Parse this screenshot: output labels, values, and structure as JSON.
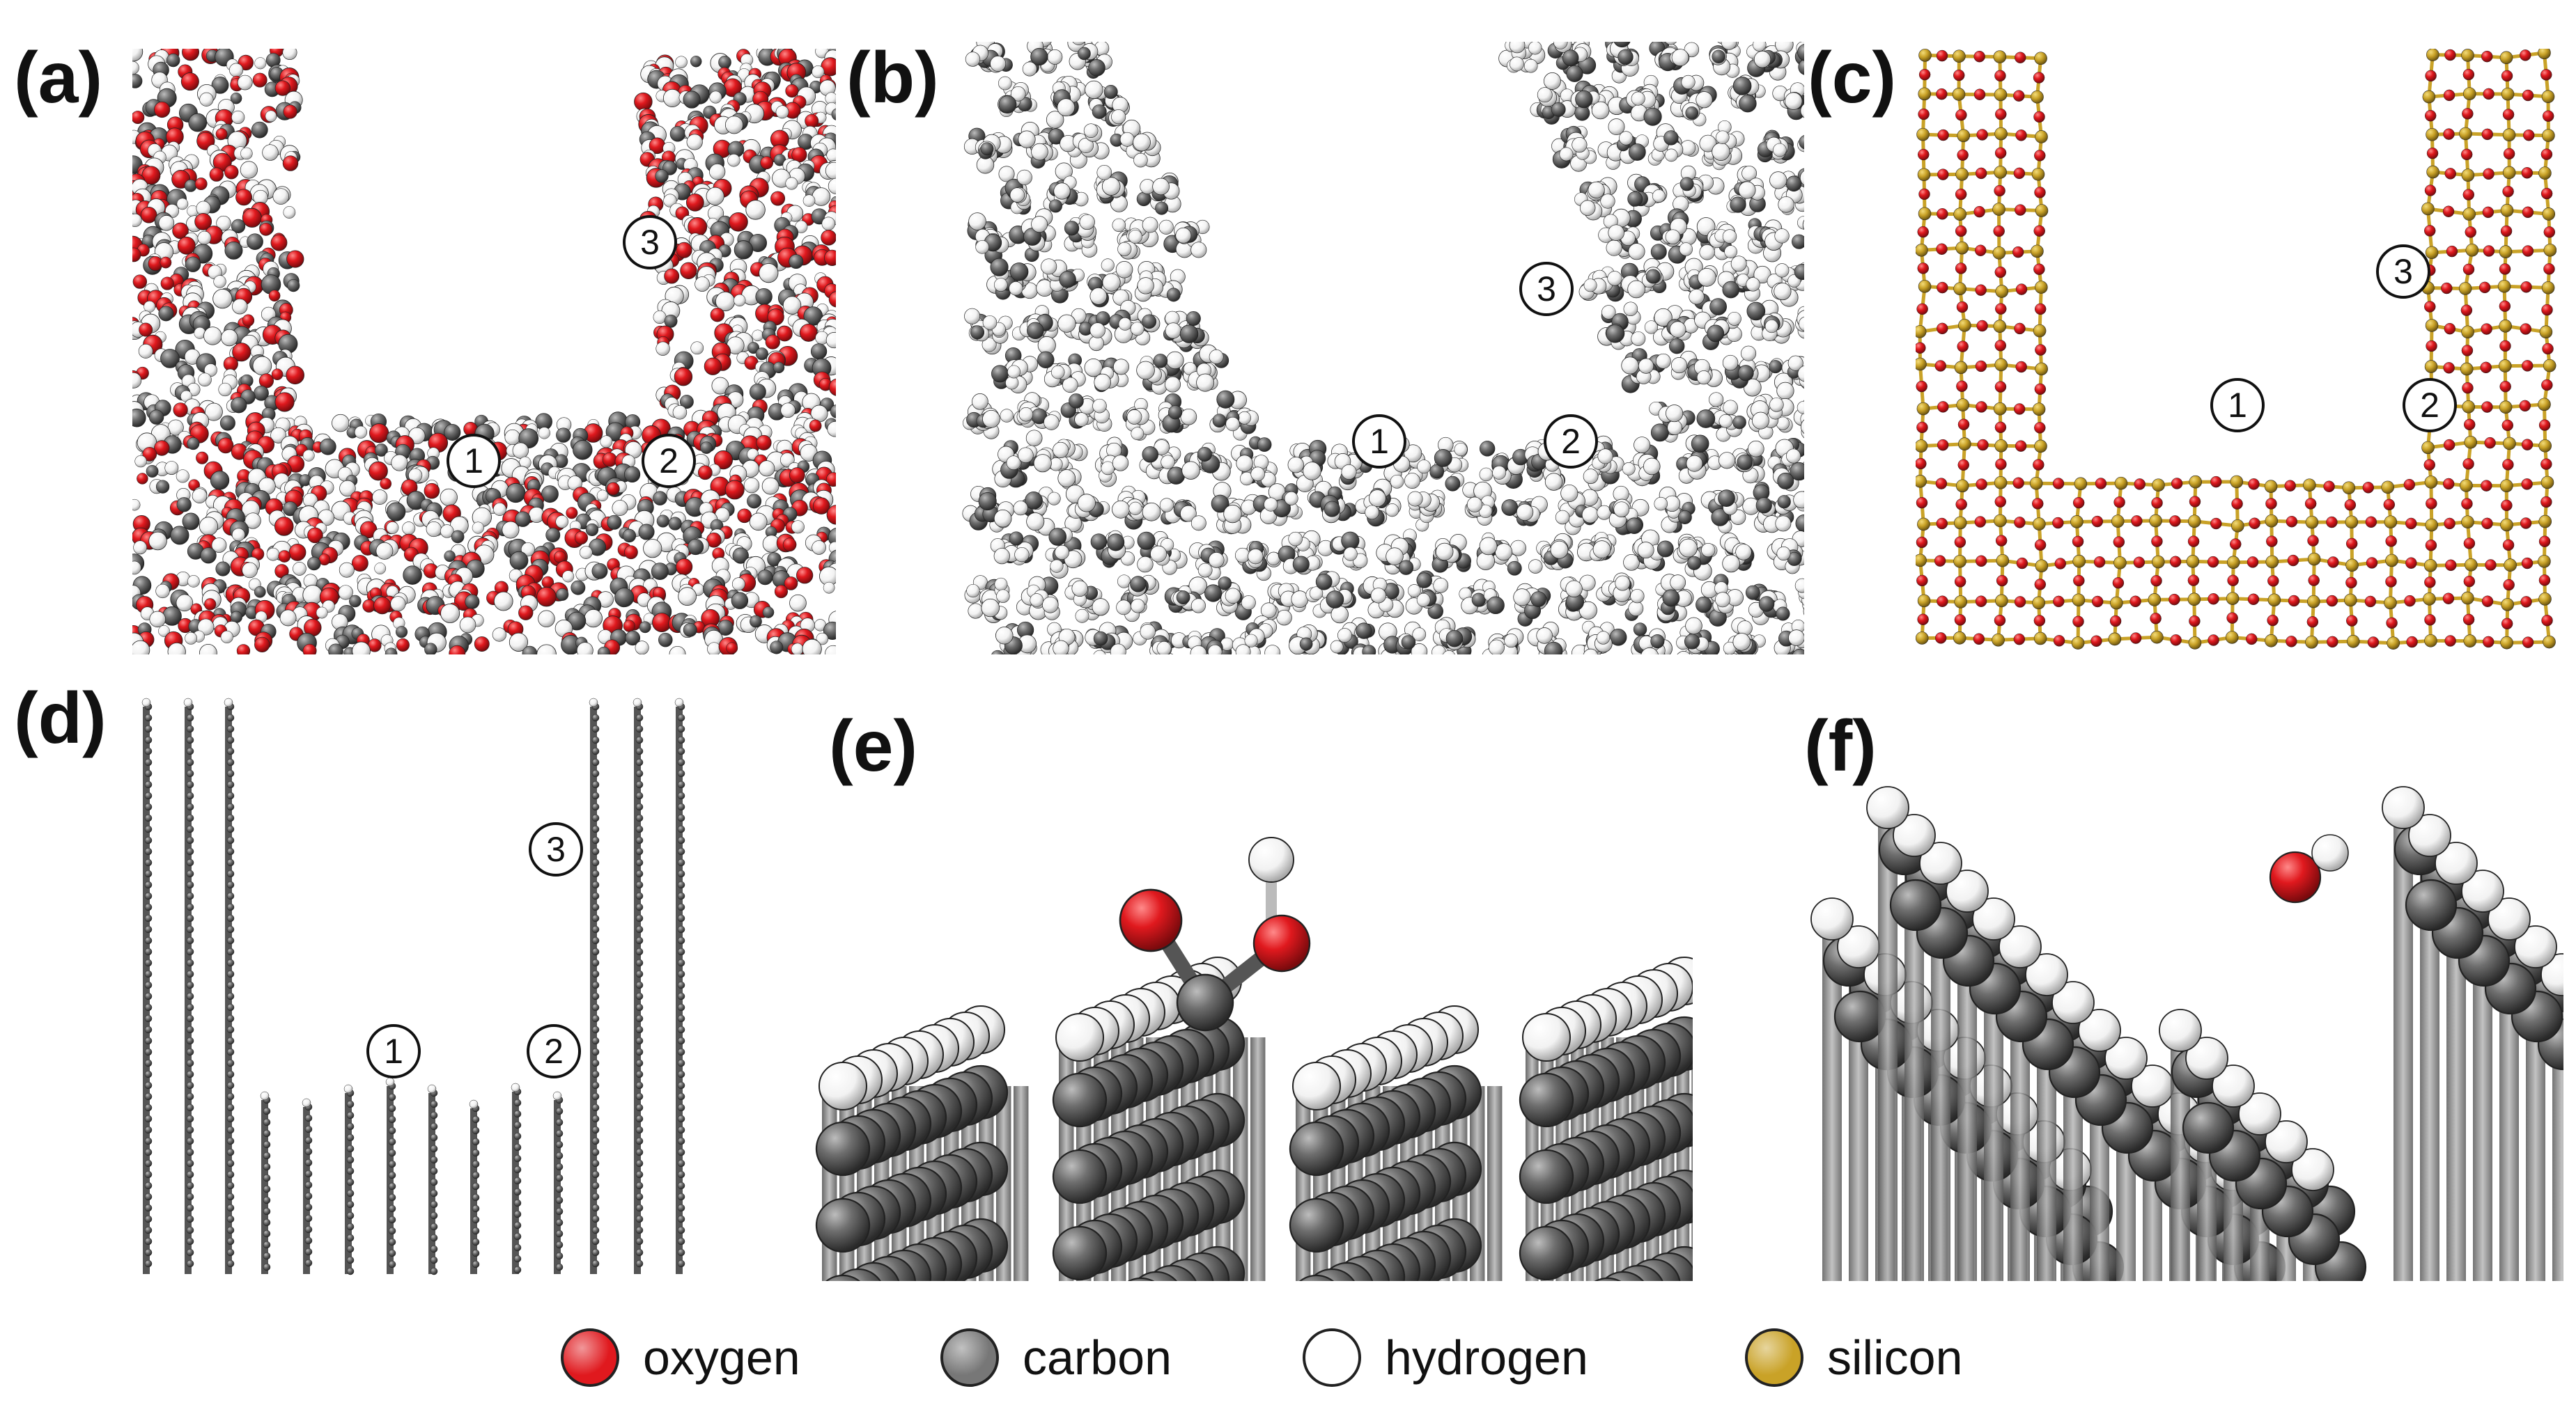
{
  "panels": [
    {
      "id": "a",
      "label": "(a)",
      "markers": [
        "1",
        "2",
        "3"
      ]
    },
    {
      "id": "b",
      "label": "(b)",
      "markers": [
        "1",
        "2",
        "3"
      ]
    },
    {
      "id": "c",
      "label": "(c)",
      "markers": [
        "1",
        "2",
        "3"
      ]
    },
    {
      "id": "d",
      "label": "(d)",
      "markers": [
        "1",
        "2",
        "3"
      ]
    },
    {
      "id": "e",
      "label": "(e)"
    },
    {
      "id": "f",
      "label": "(f)"
    }
  ],
  "legend": [
    {
      "name": "oxygen",
      "color": "#e0191e"
    },
    {
      "name": "carbon",
      "color": "#777777"
    },
    {
      "name": "hydrogen",
      "color": "#ffffff"
    },
    {
      "name": "silicon",
      "color": "#c9a227"
    }
  ],
  "atom_colors": {
    "oxygen": "#e0191e",
    "carbon": "#777777",
    "hydrogen": "#ffffff",
    "silicon": "#c9a227"
  }
}
